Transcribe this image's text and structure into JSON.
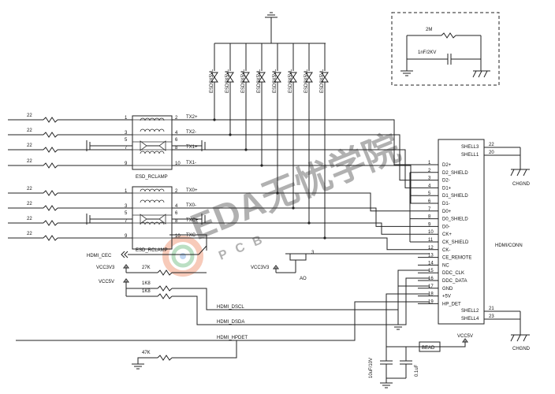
{
  "resistors": {
    "r22": "22",
    "r27k": "27K",
    "r1k8": "1K8",
    "r47k": "47K",
    "r2m": "2M"
  },
  "cap_top": "1nF/2KV",
  "esd_label": "ESD9X5VL",
  "clamp_label": "ESD_RCLAMP",
  "top_clamp_pins": {
    "left": [
      "1",
      "3",
      "5",
      "7",
      "9"
    ],
    "right": [
      "2",
      "4",
      "6",
      "8",
      "10"
    ]
  },
  "bottom_clamp_pins": {
    "left": [
      "1",
      "3",
      "5",
      "7",
      "9"
    ],
    "right": [
      "2",
      "4",
      "6",
      "8",
      "10"
    ]
  },
  "top_nets": [
    "TX2+",
    "TX2-",
    "TX1+",
    "TX1-"
  ],
  "bottom_nets": [
    "TX0+",
    "TX0-",
    "TXC+",
    "TXC-"
  ],
  "hdmi": {
    "ref": "HDMI/CONN",
    "pins": [
      {
        "num": "1",
        "name": "D2+"
      },
      {
        "num": "2",
        "name": "D2_SHIELD"
      },
      {
        "num": "3",
        "name": "D2-"
      },
      {
        "num": "4",
        "name": "D1+"
      },
      {
        "num": "5",
        "name": "D1_SHIELD"
      },
      {
        "num": "6",
        "name": "D1-"
      },
      {
        "num": "7",
        "name": "D0+"
      },
      {
        "num": "8",
        "name": "D0_SHIELD"
      },
      {
        "num": "9",
        "name": "D0-"
      },
      {
        "num": "10",
        "name": "CK+"
      },
      {
        "num": "11",
        "name": "CK_SHIELD"
      },
      {
        "num": "12",
        "name": "CK-"
      },
      {
        "num": "13",
        "name": "CE_REMOTE"
      },
      {
        "num": "14",
        "name": "NC"
      },
      {
        "num": "15",
        "name": "DDC_CLK"
      },
      {
        "num": "16",
        "name": "DDC_DATA"
      },
      {
        "num": "17",
        "name": "GND"
      },
      {
        "num": "18",
        "name": "+5V"
      },
      {
        "num": "19",
        "name": "HP_DET"
      }
    ],
    "shell_top": [
      {
        "name": "SHELL3",
        "num": "22"
      },
      {
        "name": "SHELL1",
        "num": "20"
      }
    ],
    "shell_bottom": [
      {
        "name": "SHELL2",
        "num": "21"
      },
      {
        "name": "SHELL4",
        "num": "23"
      }
    ]
  },
  "labels": {
    "hdmi_cec": "HDMI_CEC",
    "vcc3v3": "VCC3V3",
    "vcc5v": "VCC5V",
    "hdmi_dscl": "HDMI_DSCL",
    "hdmi_dsda": "HDMI_DSDA",
    "hdmi_hpdet": "HDMI_HPDET",
    "chgnd": "CHGND",
    "bead": "BEAD",
    "cap1": "10uF/10V",
    "cap2": "0.1uF",
    "ao": "AO",
    "q_pin": "3"
  },
  "watermark": {
    "brand": "EDA无忧学院",
    "sub": "PCB"
  }
}
